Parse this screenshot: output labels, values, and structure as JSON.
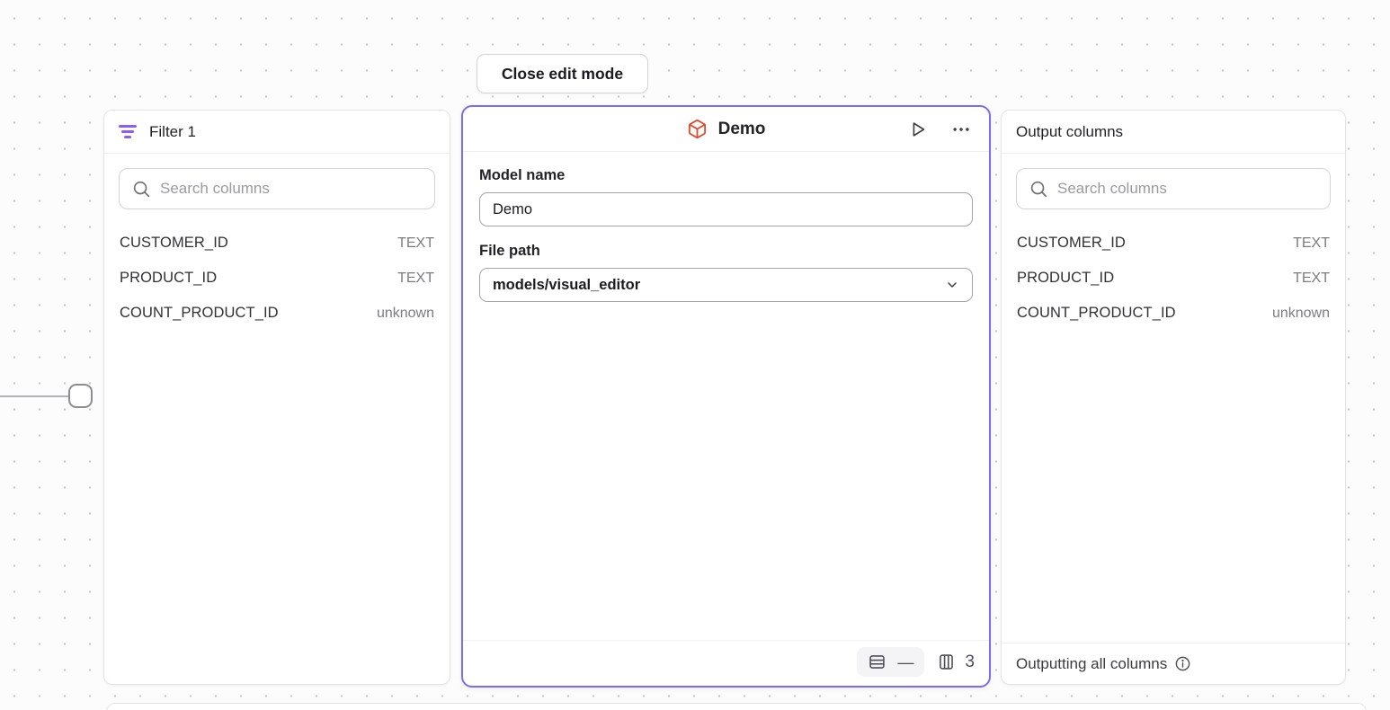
{
  "canvas": {
    "close_button_label": "Close edit mode"
  },
  "colors": {
    "accent_purple": "#7C6CF0",
    "filter_icon_purple": "#8B5CF6",
    "model_icon_orange": "#E0492E"
  },
  "filter_panel": {
    "title": "Filter 1",
    "search_placeholder": "Search columns",
    "columns": [
      {
        "name": "CUSTOMER_ID",
        "type": "TEXT"
      },
      {
        "name": "PRODUCT_ID",
        "type": "TEXT"
      },
      {
        "name": "COUNT_PRODUCT_ID",
        "type": "unknown"
      }
    ]
  },
  "model_panel": {
    "title": "Demo",
    "model_name_label": "Model name",
    "model_name_value": "Demo",
    "file_path_label": "File path",
    "file_path_value": "models/visual_editor",
    "row_count_display": "—",
    "column_count": "3"
  },
  "output_panel": {
    "title": "Output columns",
    "search_placeholder": "Search columns",
    "columns": [
      {
        "name": "CUSTOMER_ID",
        "type": "TEXT"
      },
      {
        "name": "PRODUCT_ID",
        "type": "TEXT"
      },
      {
        "name": "COUNT_PRODUCT_ID",
        "type": "unknown"
      }
    ],
    "footer_text": "Outputting all columns"
  }
}
